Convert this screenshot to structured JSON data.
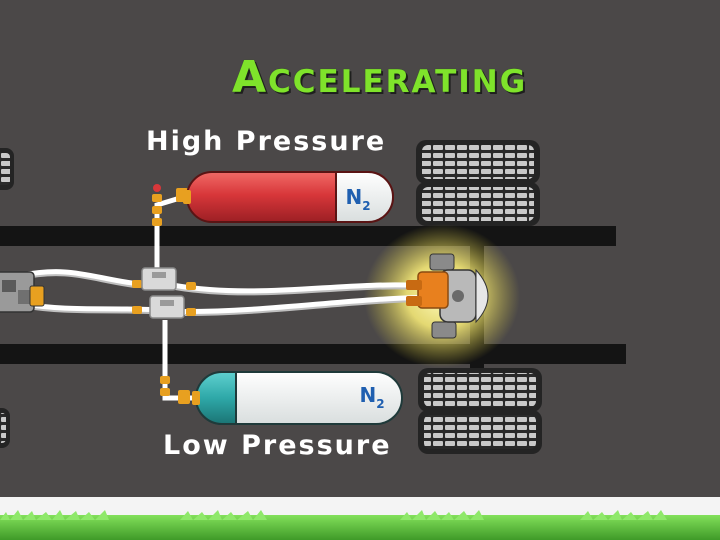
{
  "title": "Accelerating",
  "tanks": {
    "high": {
      "label": "High Pressure",
      "gas": "N",
      "gas_subscript": "2",
      "color": "#d8373a"
    },
    "low": {
      "label": "Low Pressure",
      "gas": "N",
      "gas_subscript": "2",
      "color": "#2ea8a8"
    }
  },
  "colors": {
    "background": "#4b4848",
    "title": "#7fe32b",
    "frame_rail": "#141414",
    "hydraulic_line": "#ffffff",
    "fittings": "#e8a020",
    "pump_glow": "#fff27a",
    "grass": "#5cc93a"
  },
  "icons": [
    "high-pressure-tank-icon",
    "low-pressure-tank-icon",
    "hydraulic-pump-icon",
    "tire-icon",
    "valve-block-icon"
  ]
}
